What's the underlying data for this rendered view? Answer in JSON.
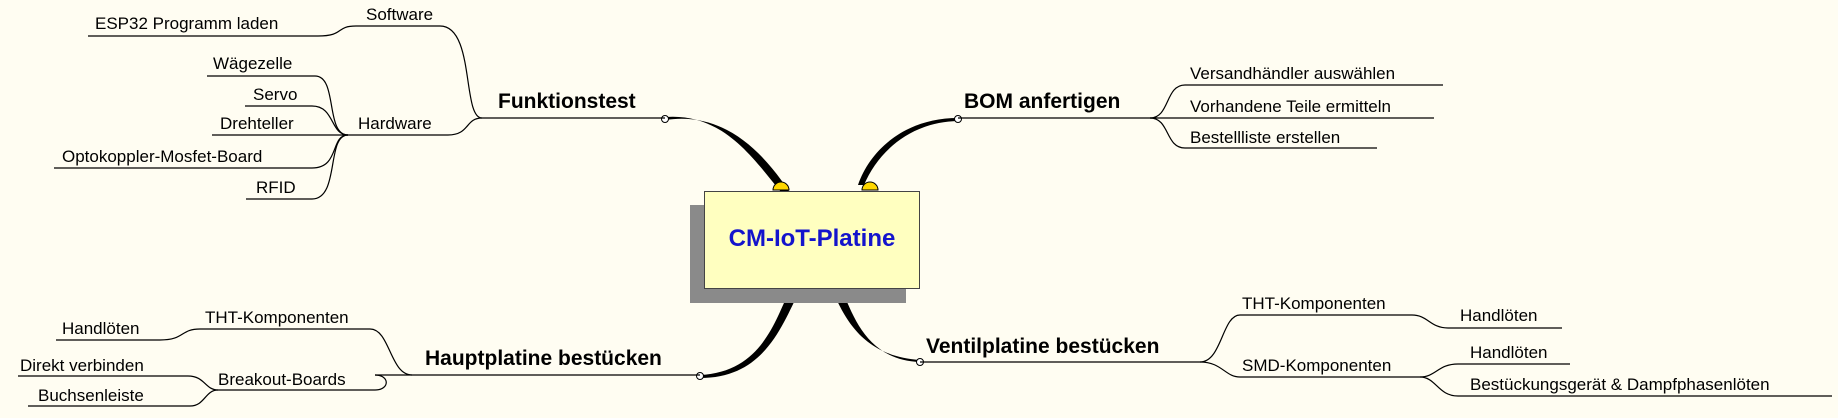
{
  "center": {
    "title": "CM-IoT-Platine"
  },
  "branches": {
    "funktionstest": {
      "label": "Funktionstest",
      "software": {
        "label": "Software",
        "items": [
          "ESP32 Programm laden"
        ]
      },
      "hardware": {
        "label": "Hardware",
        "items": [
          "Wägezelle",
          "Servo",
          "Drehteller",
          "Optokoppler-Mosfet-Board",
          "RFID"
        ]
      }
    },
    "bom": {
      "label": "BOM anfertigen",
      "items": [
        "Versandhändler auswählen",
        "Vorhandene Teile ermitteln",
        "Bestellliste erstellen"
      ]
    },
    "hauptplatine": {
      "label": "Hauptplatine bestücken",
      "tht": {
        "label": "THT-Komponenten",
        "items": [
          "Handlöten"
        ]
      },
      "breakout": {
        "label": "Breakout-Boards",
        "items": [
          "Direkt verbinden",
          "Buchsenleiste"
        ]
      }
    },
    "ventilplatine": {
      "label": "Ventilplatine bestücken",
      "tht": {
        "label": "THT-Komponenten",
        "items": [
          "Handlöten"
        ]
      },
      "smd": {
        "label": "SMD-Komponenten",
        "items": [
          "Handlöten",
          "Bestückungsgerät & Dampfphasenlöten"
        ]
      }
    }
  },
  "colors": {
    "background": "#fffdf2",
    "center_fill": "#ffffc0",
    "center_text": "#1414cc",
    "center_shadow": "#8a8a8a",
    "lines": "#000000",
    "lamp": "#ffd700"
  }
}
